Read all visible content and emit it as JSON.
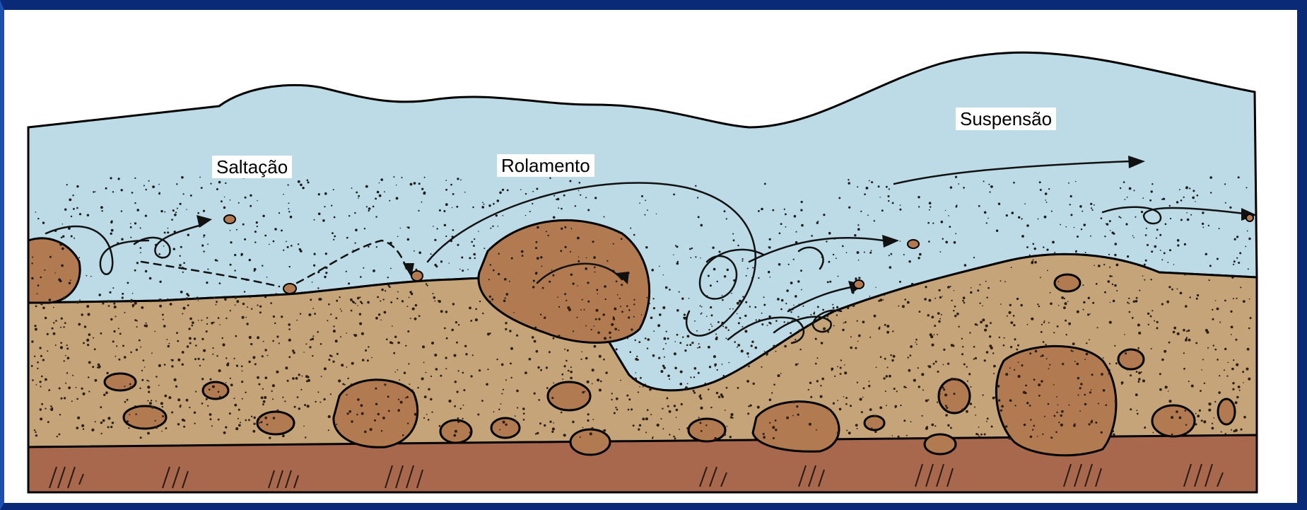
{
  "labels": {
    "saltation": "Saltação",
    "rolling": "Rolamento",
    "suspension": "Suspensão"
  },
  "colors": {
    "water": "#bcdbe6",
    "sediment": "#c4a478",
    "bedrock": "#a8684e",
    "boulder": "#b27a50",
    "frame": "#0a2a78"
  }
}
